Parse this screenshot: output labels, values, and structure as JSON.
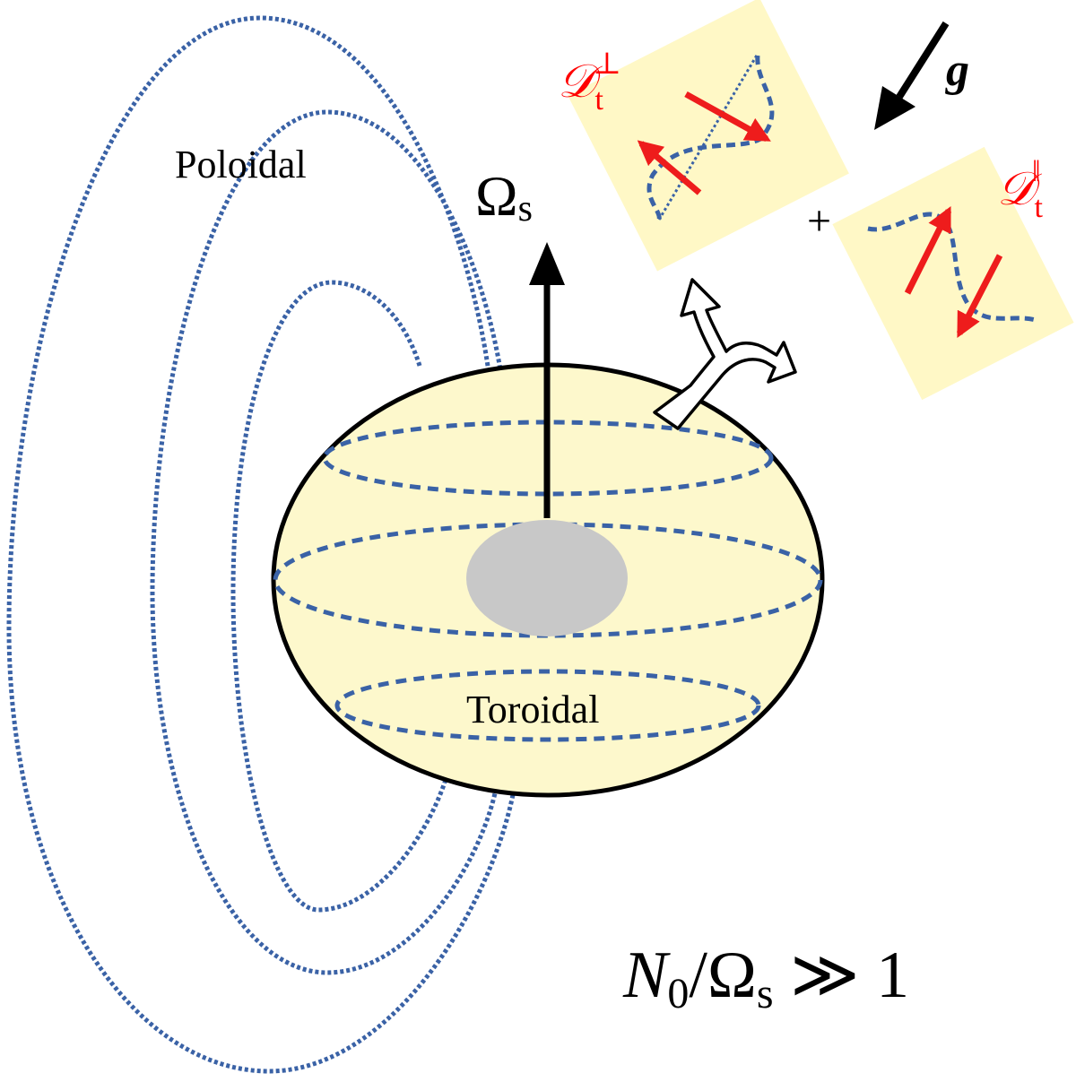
{
  "labels": {
    "poloidal": "Poloidal",
    "toroidal": "Toroidal",
    "omega_symbol": "Ω",
    "omega_subscript": "s",
    "gravity": "g",
    "plus": "+",
    "d_perp_main": "𝒟",
    "d_perp_sub": "t",
    "d_perp_sup": "⊥",
    "d_par_main": "𝒟",
    "d_par_sub": "t",
    "d_par_sup": "‖",
    "ratio_n": "N",
    "ratio_n_sub": "0",
    "ratio_slash": "/",
    "ratio_omega": "Ω",
    "ratio_omega_sub": "s",
    "ratio_rest": " ≫ 1"
  },
  "colors": {
    "field_line": "#3a62a6",
    "star_fill": "#fdf8cc",
    "core_fill": "#c8c8c8",
    "panel_fill": "#fff8c6",
    "arrow_red": "#ee1c1c",
    "outline": "#000000"
  },
  "icons": {
    "rotation_axis": "arrow-up-icon",
    "gravity": "arrow-down-left-icon",
    "split_arrow": "branching-outline-arrow-icon"
  }
}
